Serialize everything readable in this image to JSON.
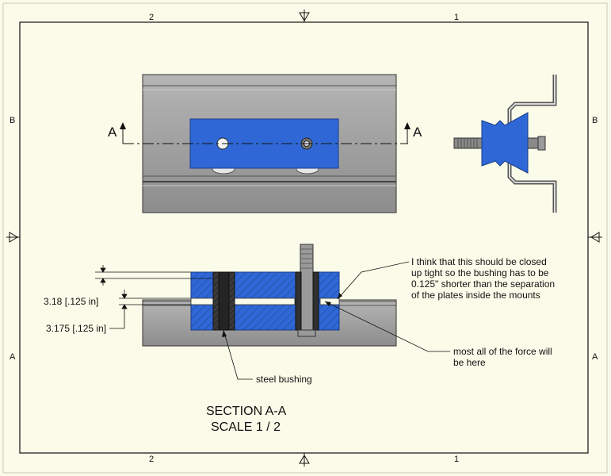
{
  "zones": {
    "top": [
      "2",
      "1"
    ],
    "bottom": [
      "2",
      "1"
    ],
    "left": [
      "B",
      "A"
    ],
    "right": [
      "B",
      "A"
    ]
  },
  "section_marker": {
    "left": "A",
    "right": "A"
  },
  "dimensions": {
    "upper": "3.18 [.125 in]",
    "lower": "3.175 [.125 in]"
  },
  "notes": {
    "closed_tight": [
      "I think that this should be closed",
      "up tight so the bushing has to be",
      "0.125\" shorter than the separation",
      "of the plates inside the mounts"
    ],
    "force": [
      "most all of the force will",
      "be here"
    ],
    "bushing": "steel bushing"
  },
  "view_label": {
    "line1": "SECTION A-A",
    "line2": "SCALE 1 / 2"
  },
  "colors": {
    "sheet_bg": "#fbfbe9",
    "rail_gray": "#9a9a9a",
    "block_blue": "#2f68d6",
    "border": "#111111"
  }
}
